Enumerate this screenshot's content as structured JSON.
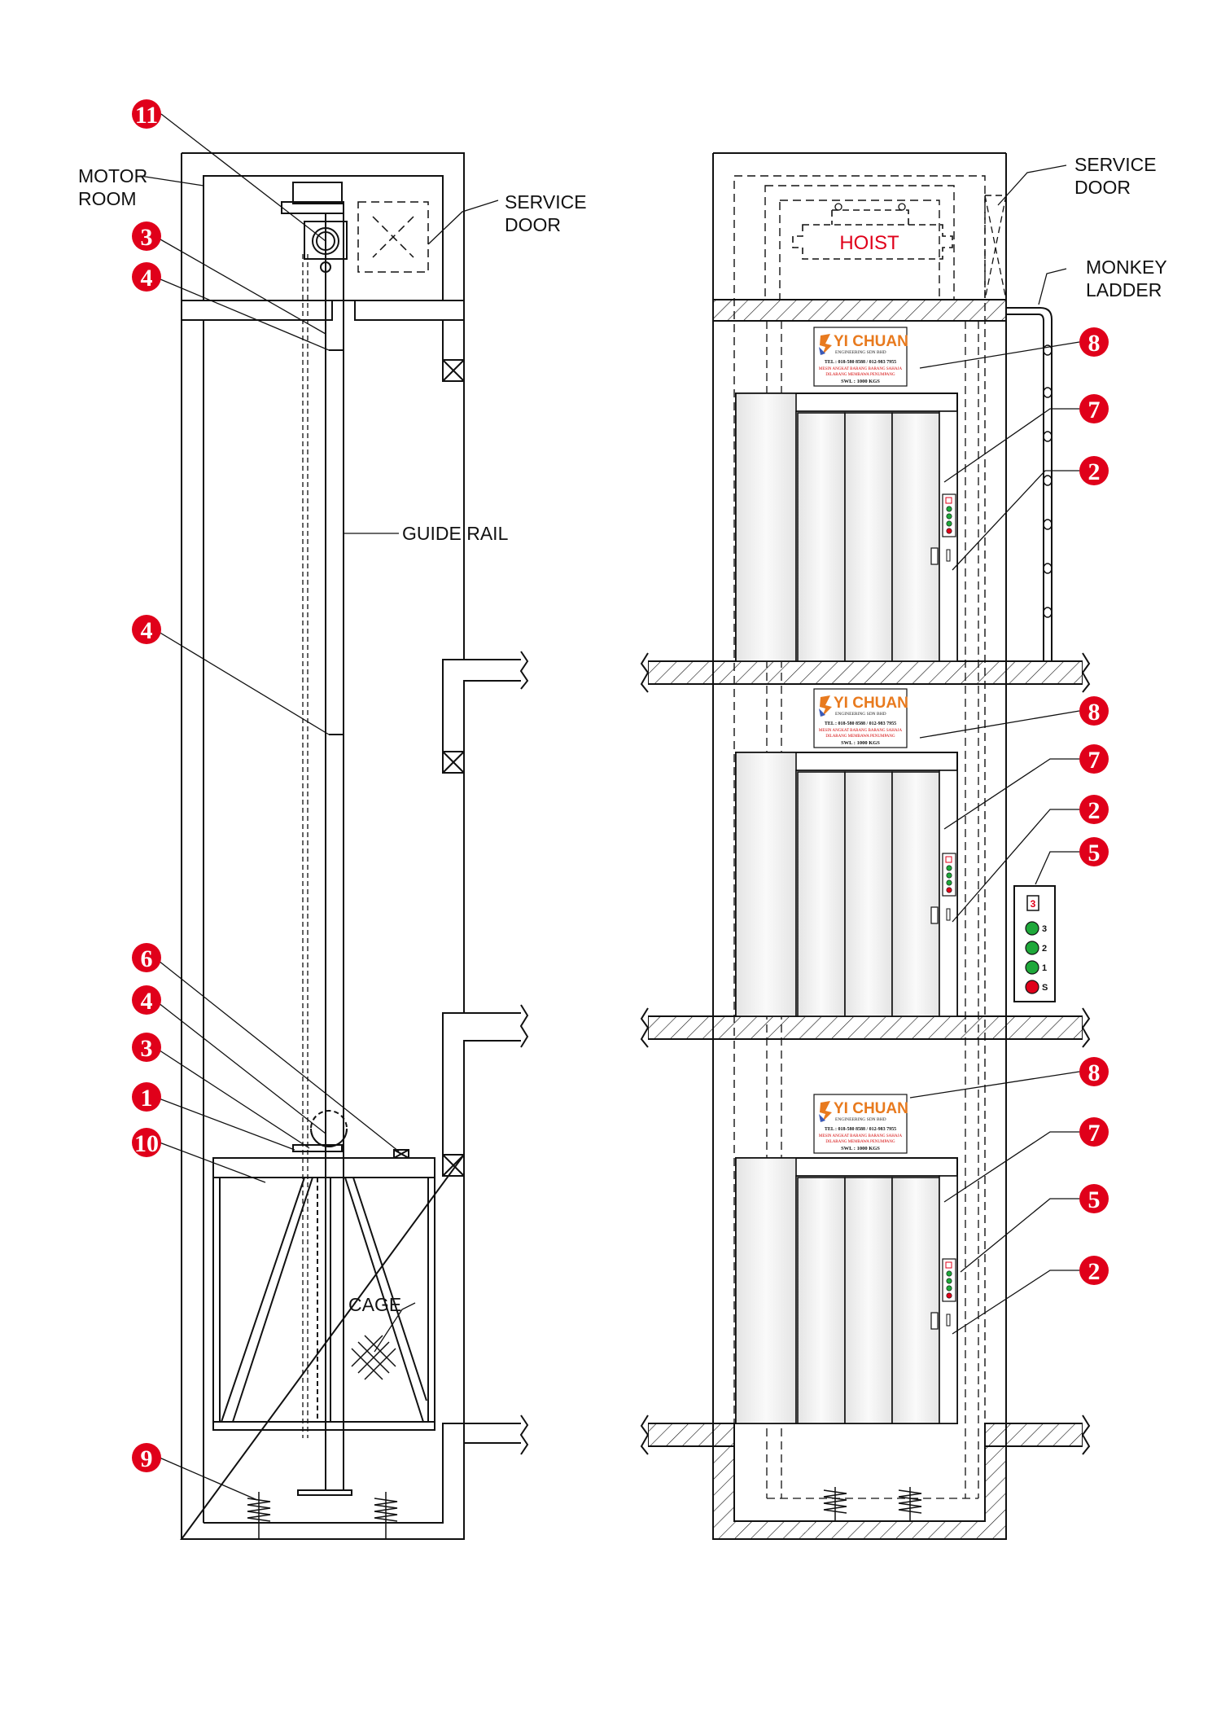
{
  "colors": {
    "marker": "#e0001a",
    "hoist_text": "#e0001a",
    "logo_orange": "#e87a1e",
    "logo_red": "#d40000",
    "light_green": "#1ea83a",
    "light_red": "#e0001a",
    "line": "#111111",
    "door_fill": "#eeeeee"
  },
  "labels": {
    "motor_room": [
      "MOTOR",
      "ROOM"
    ],
    "service_door_left": [
      "SERVICE",
      "DOOR"
    ],
    "guide_rail": "GUIDE RAIL",
    "cage": "CAGE",
    "service_door_right": [
      "SERVICE",
      "DOOR"
    ],
    "monkey_ladder": [
      "MONKEY",
      "LADDER"
    ],
    "hoist": "HOIST"
  },
  "markers": [
    {
      "id": "m11-left",
      "num": "11"
    },
    {
      "id": "m3-left-top",
      "num": "3"
    },
    {
      "id": "m4-left-top",
      "num": "4"
    },
    {
      "id": "m4-left-mid",
      "num": "4"
    },
    {
      "id": "m6-left",
      "num": "6"
    },
    {
      "id": "m4-left-low",
      "num": "4"
    },
    {
      "id": "m3-left-low",
      "num": "3"
    },
    {
      "id": "m1-left",
      "num": "1"
    },
    {
      "id": "m10-left",
      "num": "10"
    },
    {
      "id": "m9-left",
      "num": "9"
    },
    {
      "id": "m8-right-1",
      "num": "8"
    },
    {
      "id": "m7-right-1",
      "num": "7"
    },
    {
      "id": "m2-right-1",
      "num": "2"
    },
    {
      "id": "m8-right-2",
      "num": "8"
    },
    {
      "id": "m7-right-2",
      "num": "7"
    },
    {
      "id": "m2-right-2",
      "num": "2"
    },
    {
      "id": "m5-right-2",
      "num": "5"
    },
    {
      "id": "m8-right-3",
      "num": "8"
    },
    {
      "id": "m7-right-3",
      "num": "7"
    },
    {
      "id": "m5-right-3",
      "num": "5"
    },
    {
      "id": "m2-right-3",
      "num": "2"
    }
  ],
  "sign": {
    "company": "YI CHUAN",
    "company_sub": "ENGINEERING SDN BHD",
    "tel": "TEL : 018-580 8588 / 012-983 7955",
    "warning_1": "MESIN ANGKAT BARANG BARANG SAHAJA",
    "warning_2": "DILARANG MEMBAWA PENUMPANG",
    "swl": "SWL : 1000 KGS"
  },
  "call_panel": {
    "display": "3",
    "buttons": [
      {
        "label": "3",
        "color": "green"
      },
      {
        "label": "2",
        "color": "green"
      },
      {
        "label": "1",
        "color": "green"
      },
      {
        "label": "S",
        "color": "red"
      }
    ]
  }
}
